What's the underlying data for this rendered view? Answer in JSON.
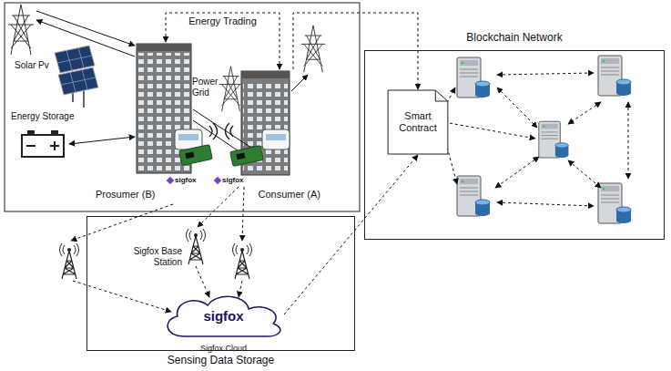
{
  "diagram": {
    "nodes": [
      {
        "text": [
          "Blockchain Network"
        ]
      },
      {
        "text": [
          "Sensing Data Storage"
        ]
      },
      {
        "text": [
          "Prosumer (B)"
        ]
      },
      {
        "text": [
          "Consumer (A)"
        ]
      },
      {
        "text": [
          "Smart Contract"
        ],
        "in": 0
      },
      {
        "text": [
          "sigfox",
          "Sigfox Cloud"
        ],
        "in": 1
      }
    ],
    "edges": [
      {
        "from": 2,
        "to": 3,
        "label": "Energy Trading",
        "arrow": "both"
      },
      {
        "from": 3,
        "to": 4,
        "arrow": "to"
      },
      {
        "from": 5,
        "to": 4,
        "arrow": "to"
      }
    ],
    "labels": [
      "Solar Pv",
      "Power Grid",
      "Energy Storage",
      "sigfox",
      "sigfox",
      "Sigfox Base Station"
    ]
  }
}
